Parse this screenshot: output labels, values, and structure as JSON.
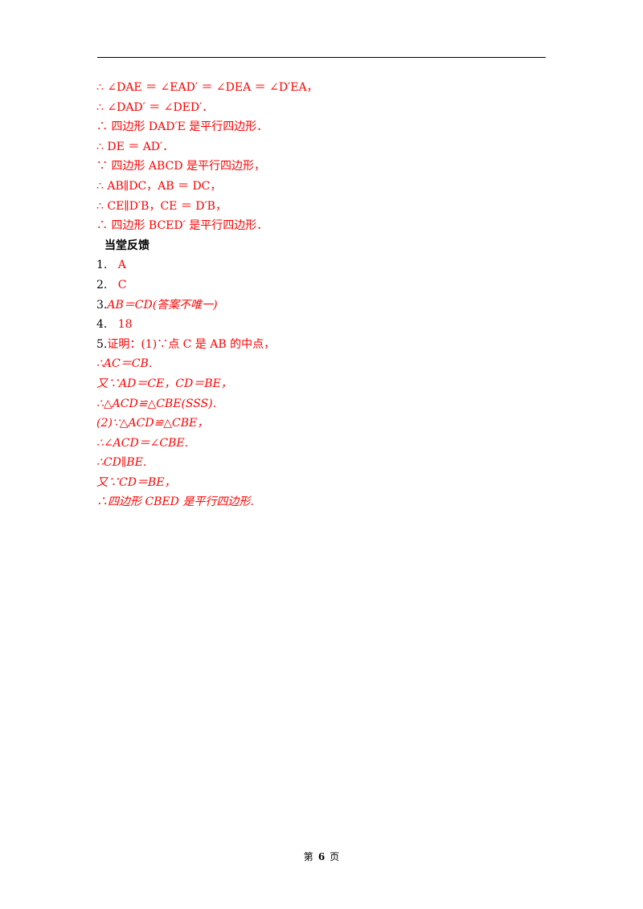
{
  "proof_lines": [
    "∴ ∠DAE ＝ ∠EAD′ ＝ ∠DEA ＝ ∠D′EA，",
    "∴ ∠DAD′ ＝ ∠DED′．",
    "∴ 四边形 DAD′E 是平行四边形．",
    "∴ DE ＝ AD′．",
    "∵ 四边形 ABCD 是平行四边形，",
    "∴ AB∥DC，AB ＝ DC，",
    "∴ CE∥D′B，CE ＝ D′B，",
    "∴ 四边形 BCED′ 是平行四边形．"
  ],
  "section_heading": "当堂反馈",
  "answers": {
    "a1_num": "1.",
    "a1_val": "A",
    "a2_num": "2.",
    "a2_val": "C",
    "a3_num": "3.",
    "a3_val": "AB＝CD(答案不唯一)",
    "a4_num": "4.",
    "a4_val": "18",
    "a5_num": "5.",
    "a5_head": "证明：(1)∵点 C 是 AB 的中点，"
  },
  "proof2_lines": [
    "∴AC＝CB.",
    "又∵AD＝CE，CD＝BE，",
    "∴△ACD≌△CBE(SSS).",
    "(2)∵△ACD≌△CBE，",
    "∴∠ACD＝∠CBE.",
    "∴CD∥BE.",
    "又∵CD＝BE，",
    "∴四边形 CBED 是平行四边形."
  ],
  "footer": {
    "prefix": "第",
    "page": "6",
    "suffix": "页"
  },
  "colors": {
    "answer": "#ff0000",
    "text": "#000000"
  }
}
